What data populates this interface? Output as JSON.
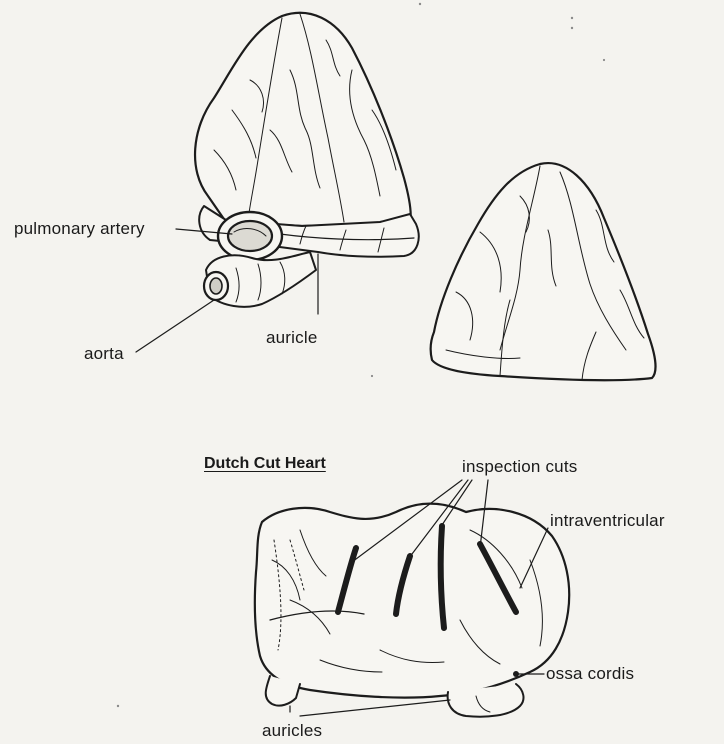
{
  "figure": {
    "title": "Dutch Cut Heart",
    "labels": {
      "pulmonary_artery": "pulmonary artery",
      "auricle": "auricle",
      "aorta": "aorta",
      "inspection_cuts": "inspection cuts",
      "intraventricular": "intraventricular",
      "ossa_cordis": "ossa cordis",
      "auricles": "auricles"
    }
  }
}
